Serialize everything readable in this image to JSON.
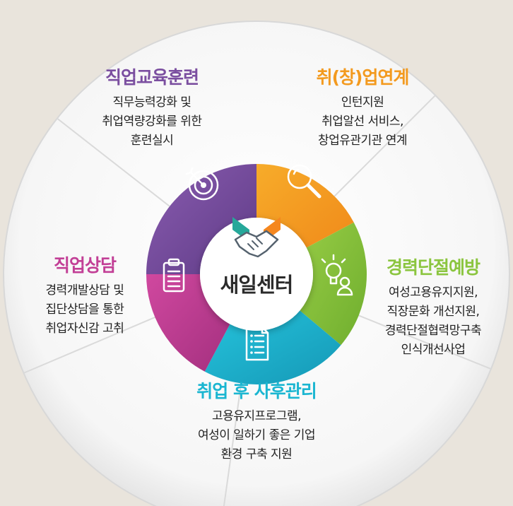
{
  "center": {
    "title": "새일센터",
    "icon": "handshake-icon",
    "colors": {
      "left_flag": "#26a89a",
      "right_flag": "#f5871f",
      "hands": "#5a6a7a"
    }
  },
  "segments": [
    {
      "id": "training",
      "title": "직업교육훈련",
      "icon": "target-icon",
      "color": "#7b4fa0",
      "description": [
        "직무능력강화 및",
        "취업역량강화를 위한",
        "훈련실시"
      ]
    },
    {
      "id": "employment",
      "title": "취(창)업연계",
      "icon": "magnifier-icon",
      "color": "#f39a1f",
      "description": [
        "인턴지원",
        "취업알선 서비스,",
        "창업유관기관 연계"
      ]
    },
    {
      "id": "prevention",
      "title": "경력단절예방",
      "icon": "idea-person-icon",
      "color": "#8bc53f",
      "description": [
        "여성고용유지지원,",
        "직장문화 개선지원,",
        "경력단절협력망구축",
        "인식개선사업"
      ]
    },
    {
      "id": "aftercare",
      "title": "취업 후 사후관리",
      "icon": "document-list-icon",
      "color": "#1bb6d1",
      "description": [
        "고용유지프로그램,",
        "여성이 일하기 좋은 기업",
        "환경 구축 지원"
      ]
    },
    {
      "id": "counseling",
      "title": "직업상담",
      "icon": "clipboard-icon",
      "color": "#c23f96",
      "description": [
        "경력개발상담 및",
        "집단상담을 통한",
        "취업자신감 고취"
      ]
    }
  ]
}
